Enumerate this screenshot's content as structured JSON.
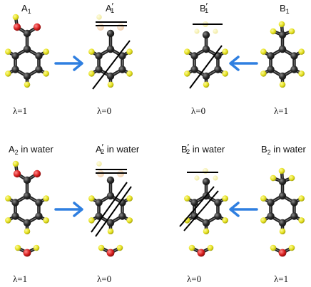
{
  "panels": {
    "top": {
      "A": {
        "main": "A",
        "sub": "1",
        "prime": "",
        "suffix": "",
        "lambda": "λ=1"
      },
      "Ap": {
        "main": "A",
        "sub": "1",
        "prime": "′",
        "suffix": "",
        "lambda": "λ=0"
      },
      "Bp": {
        "main": "B",
        "sub": "1",
        "prime": "′",
        "suffix": "",
        "lambda": "λ=0"
      },
      "B": {
        "main": "B",
        "sub": "1",
        "prime": "",
        "suffix": "",
        "lambda": "λ=1"
      }
    },
    "bottom": {
      "A": {
        "main": "A",
        "sub": "2",
        "prime": "",
        "suffix": " in water",
        "lambda": "λ=1"
      },
      "Ap": {
        "main": "A",
        "sub": "2",
        "prime": "′",
        "suffix": " in water",
        "lambda": "λ=0"
      },
      "Bp": {
        "main": "B",
        "sub": "2",
        "prime": "′",
        "suffix": " in water",
        "lambda": "λ=0"
      },
      "B": {
        "main": "B",
        "sub": "2",
        "prime": "",
        "suffix": " in water",
        "lambda": "λ=1"
      }
    }
  },
  "colors": {
    "carbon": "#2b2b2b",
    "hydrogen": "#e6e21e",
    "oxygen": "#d81e1e",
    "ghost": "#f2d7b8",
    "arrow": "#2f7fe0",
    "line": "#000000"
  }
}
